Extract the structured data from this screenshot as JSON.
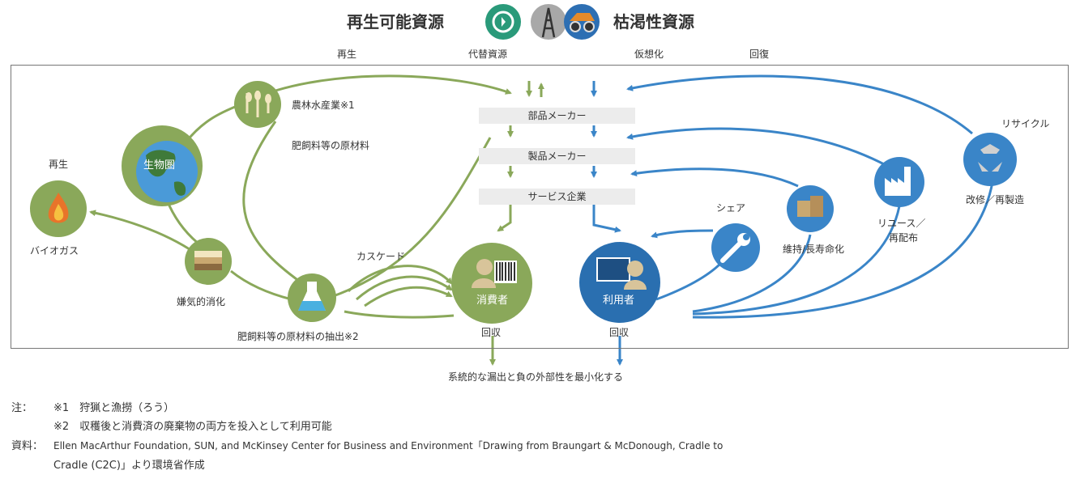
{
  "header": {
    "renewable_title": "再生可能資源",
    "finite_title": "枯渇性資源",
    "regenerate": "再生",
    "substitute": "代替資源",
    "virtualize": "仮想化",
    "restore": "回復"
  },
  "boxes": {
    "parts_maker": "部品メーカー",
    "product_maker": "製品メーカー",
    "service_provider": "サービス企業"
  },
  "bio": {
    "agriculture": "農林水産業※1",
    "raw_materials": "肥飼料等の原材料",
    "regenerate_left": "再生",
    "biosphere": "生物圏",
    "biogas": "バイオガス",
    "anaerobic": "嫌気的消化",
    "cascade": "カスケード",
    "extraction": "肥飼料等の原材料の抽出※2",
    "consumer": "消費者",
    "collect_left": "回収"
  },
  "tech": {
    "share": "シェア",
    "maintain": "維持/長寿命化",
    "reuse_line1": "リユース／",
    "reuse_line2": "再配布",
    "recycle": "リサイクル",
    "refurbish": "改修／再製造",
    "user": "利用者",
    "collect_right": "回収"
  },
  "bottom": {
    "minimize": "系統的な漏出と負の外部性を最小化する"
  },
  "notes": {
    "note_label": "注：",
    "note1": "※1　狩猟と漁撈（ろう）",
    "note2": "※2　収穫後と消費済の廃棄物の両方を投入として利用可能",
    "source_label": "資料：",
    "source_line1": "Ellen MacArthur Foundation, SUN, and McKinsey Center for Business and Environment「Drawing from Braungart & McDonough, Cradle to",
    "source_line2": "Cradle (C2C)」より環境省作成"
  },
  "colors": {
    "green": "#8aa85a",
    "green_dark": "#6e8c44",
    "blue": "#3a85c8",
    "blue_dark": "#2a6fb0",
    "earth_ocean": "#4a9ad8",
    "earth_land": "#3f7a3a"
  },
  "icons": {
    "renewable": "recycle-arrow-icon",
    "oil_rig": "oil-rig-icon",
    "mining_truck": "mining-truck-icon",
    "grain_fish": "grain-fish-icon",
    "earth": "earth-icon",
    "flame": "flame-icon",
    "soil": "soil-layers-icon",
    "flask": "flask-icon",
    "barcode": "barcode-icon",
    "computer": "computer-monitor-icon",
    "wrench": "wrench-icon",
    "boxes": "cardboard-boxes-icon",
    "factory": "factory-icon",
    "recycle": "recycle-icon"
  }
}
